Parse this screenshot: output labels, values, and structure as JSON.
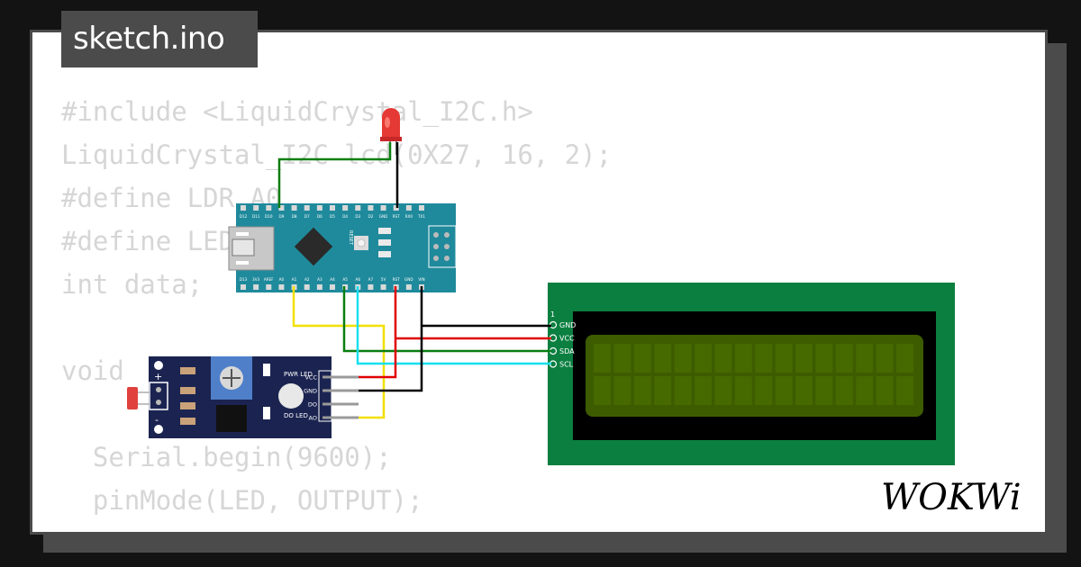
{
  "filename": "sketch.ino",
  "code_lines": [
    "#include <LiquidCrystal_I2C.h>",
    "LiquidCrystal_I2C lcd(0X27, 16, 2);",
    "#define LDR A0",
    "#define LED",
    "int data;",
    "",
    "void",
    "",
    "  Serial.begin(9600);",
    "  pinMode(LED, OUTPUT);"
  ],
  "brand": "WOKWi",
  "lcd": {
    "pin_index": "1",
    "pins": [
      "GND",
      "VCC",
      "SDA",
      "SCL"
    ]
  },
  "ldr_module": {
    "pins": [
      "VCC",
      "GND",
      "DO",
      "AO"
    ],
    "leds": [
      "PWR LED",
      "DO LED"
    ],
    "plus": "+",
    "minus": "-"
  },
  "nano": {
    "top_pins": [
      "D12",
      "D11",
      "D10",
      "D9",
      "D8",
      "D7",
      "D6",
      "D5",
      "D4",
      "D3",
      "D2",
      "GND",
      "RST",
      "RX0",
      "TX1"
    ],
    "bottom_pins": [
      "D13",
      "3V3",
      "AREF",
      "A0",
      "A1",
      "A2",
      "A3",
      "A4",
      "A5",
      "A6",
      "A7",
      "5V",
      "RST",
      "GND",
      "VIN"
    ],
    "side_label": "RESET"
  },
  "colors": {
    "background": "#131313",
    "card": "#ffffff",
    "frame": "#4b4b4b",
    "code_text": "#d6d6d6",
    "nano_board": "#1f8a9c",
    "lcd_board": "#0b7f40",
    "lcd_screen": "#3d5c00",
    "ldr_board": "#1b2451",
    "wire_green": "#0a7e10",
    "wire_black": "#000000",
    "wire_red": "#e00000",
    "wire_yellow": "#f2e000",
    "wire_cyan": "#16e0f0",
    "led_red": "#e53935"
  }
}
